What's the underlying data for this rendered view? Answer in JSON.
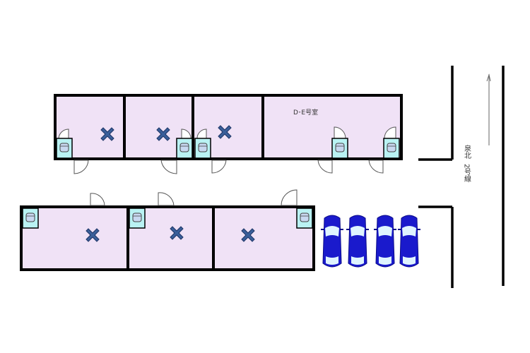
{
  "plan": {
    "room_label": "D･E号室",
    "road_label_top": "泉北",
    "road_label_bottom": "2号線",
    "colors": {
      "room_fill": "#f0e2f6",
      "toilet_fill": "#b9f2f3",
      "aircon_mark": "#3a5f9a",
      "car": "#1a1acc"
    },
    "parking_spaces": 4
  }
}
